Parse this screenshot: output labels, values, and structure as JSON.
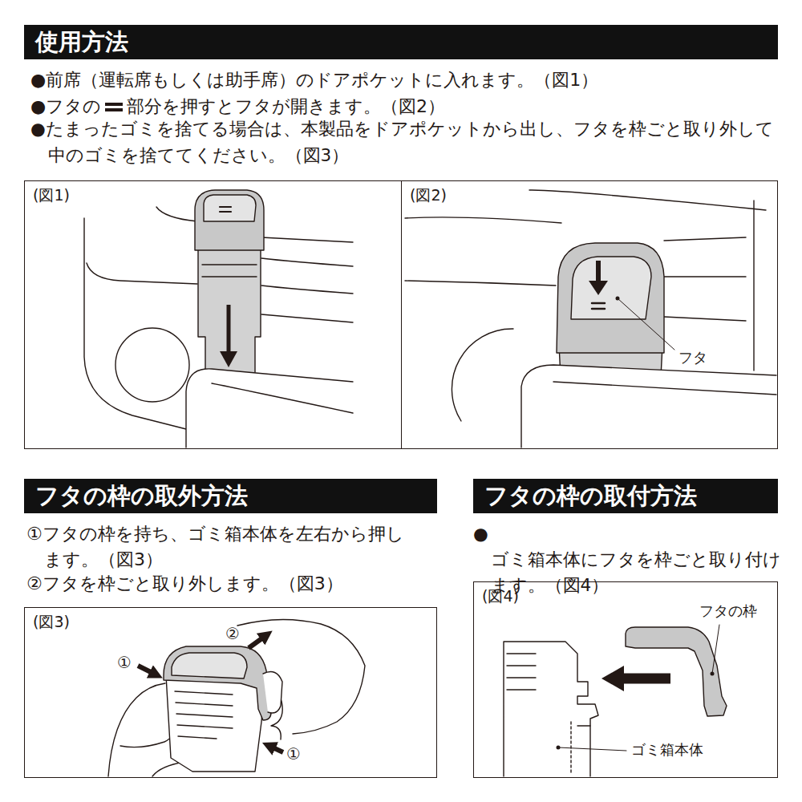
{
  "diagram": {
    "nodes": [
      {
        "text": [
          "使用方法"
        ]
      },
      {
        "text": [
          "(図1)"
        ]
      },
      {
        "text": [
          "(図2)"
        ]
      },
      {
        "text": [
          "フタの枠の取外方法"
        ]
      },
      {
        "text": [
          "(図3)"
        ]
      },
      {
        "text": [
          "フタの枠の取付方法"
        ]
      },
      {
        "text": [
          "(図4)"
        ]
      }
    ],
    "labels": [
      "●前席（運転席もしくは助手席）のドアポケットに入れます。（図1）",
      "●フタの",
      "部分を押すとフタが開きます。（図2）",
      "●たまったゴミを捨てる場合は、本製品をドアポケットから出し、フタを枠ごと取り外して 中のゴミを捨ててください。（図3）",
      "フタ",
      "①フタの枠を持ち、ゴミ箱本体を左右から押し ます。（図3）",
      "②フタを枠ごと取り外します。（図3）",
      "①",
      "②",
      "①",
      "●ゴミ箱本体にフタを枠ごと取り付け ます。（図4）",
      "フタの枠",
      "ゴミ箱本体"
    ]
  }
}
